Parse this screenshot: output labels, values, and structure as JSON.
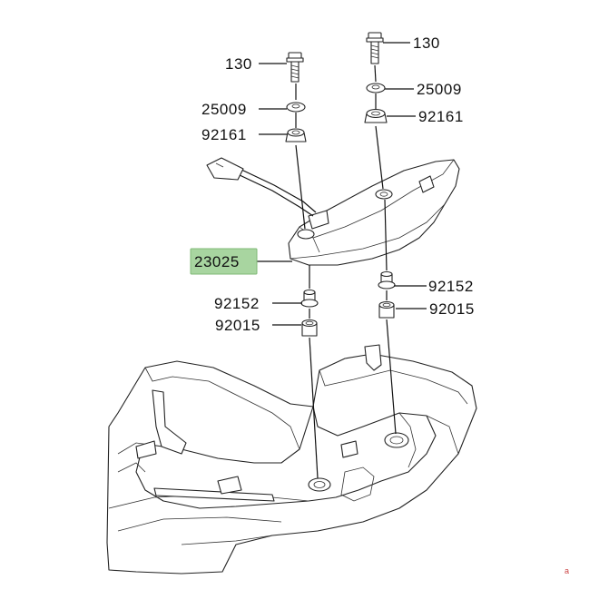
{
  "labels": {
    "bolt_left": "130",
    "bolt_right": "130",
    "washer_left": "25009",
    "washer_right": "25009",
    "grommet_left": "92161",
    "grommet_right": "92161",
    "tail_light": "23025",
    "collar_left": "92152",
    "collar_right": "92152",
    "nut_left": "92015",
    "nut_right": "92015"
  },
  "highlight_color": "#a8d5a0",
  "watermark": "a"
}
